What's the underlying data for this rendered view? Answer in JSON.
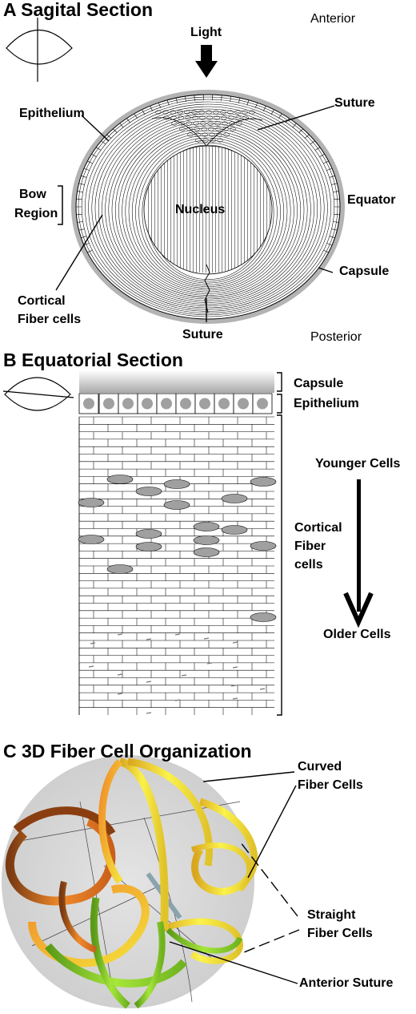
{
  "panel_a": {
    "heading": "A  Sagital Section",
    "anterior": "Anterior",
    "posterior": "Posterior",
    "light": "Light",
    "epithelium": "Epithelium",
    "suture_top": "Suture",
    "suture_bottom": "Suture",
    "bow_region_1": "Bow",
    "bow_region_2": "Region",
    "nucleus": "Nucleus",
    "equator": "Equator",
    "capsule": "Capsule",
    "cortical_1": "Cortical",
    "cortical_2": "Fiber cells"
  },
  "panel_b": {
    "heading": "B  Equatorial Section",
    "capsule": "Capsule",
    "epithelium": "Epithelium",
    "younger": "Younger Cells",
    "cortical_1": "Cortical",
    "cortical_2": "Fiber",
    "cortical_3": "cells",
    "older": "Older Cells"
  },
  "panel_c": {
    "heading": "C  3D Fiber Cell Organization",
    "curved_1": "Curved",
    "curved_2": "Fiber Cells",
    "straight_1": "Straight",
    "straight_2": "Fiber Cells",
    "anterior_suture": "Anterior Suture"
  },
  "colors": {
    "capsule_gray": "#b3b3b3",
    "nucleus_gray": "#9a9a9a",
    "sphere_gray": "#d9d9d9",
    "fiber_orange": "#e8862a",
    "fiber_yellow": "#f2ea2e",
    "fiber_green": "#8fd12a"
  }
}
